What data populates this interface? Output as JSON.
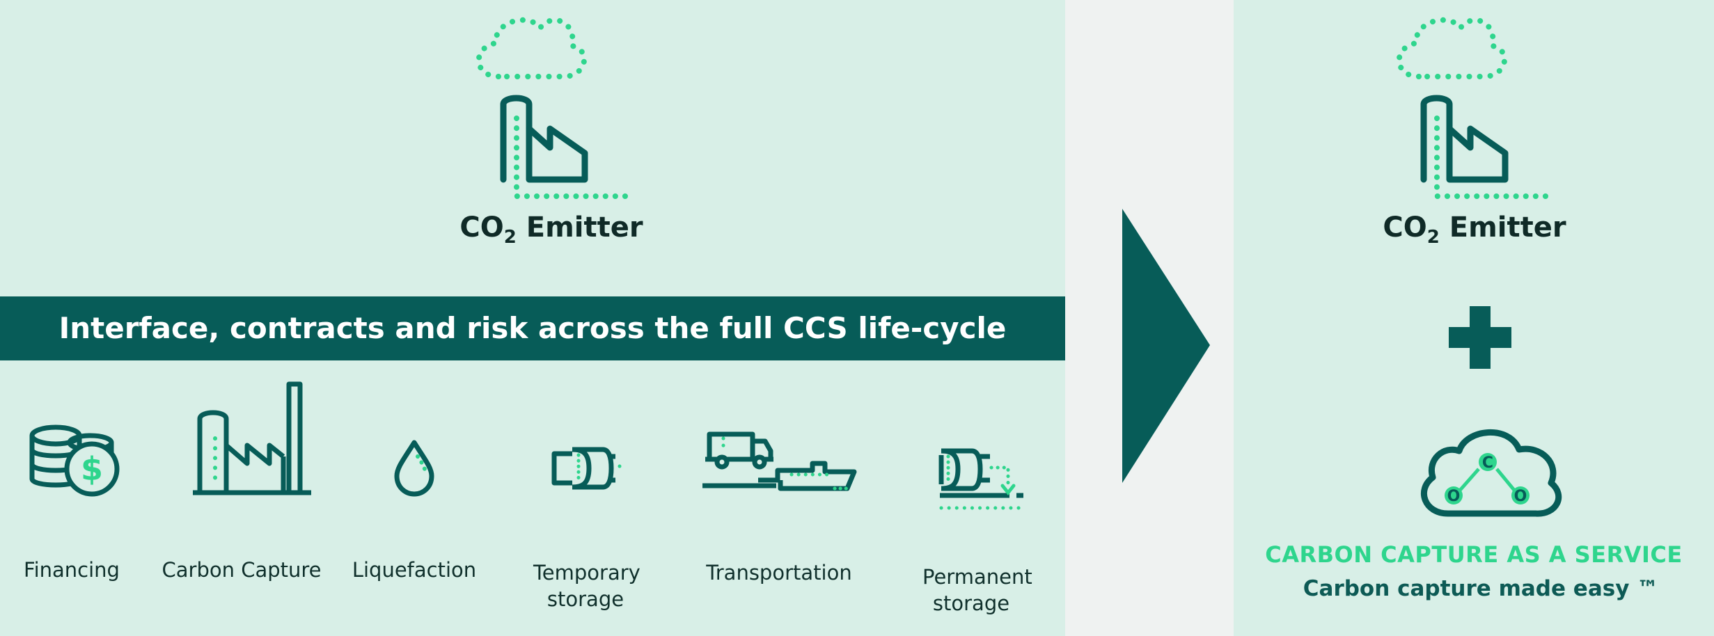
{
  "left": {
    "emitter": {
      "label_prefix": "CO",
      "label_subscript": "2",
      "label_suffix": " Emitter"
    },
    "banner": "Interface, contracts and risk across the full CCS life-cycle",
    "stages": [
      {
        "label": "Financing",
        "icon": "coins-dollar-icon"
      },
      {
        "label": "Carbon Capture",
        "icon": "factory-icon"
      },
      {
        "label": "Liquefaction",
        "icon": "droplet-icon"
      },
      {
        "label": "Temporary storage",
        "icon": "storage-tank-icon"
      },
      {
        "label": "Transportation",
        "icon": "truck-ship-icon"
      },
      {
        "label": "Permanent storage",
        "icon": "injection-tank-icon"
      }
    ]
  },
  "right": {
    "emitter": {
      "label_prefix": "CO",
      "label_subscript": "2",
      "label_suffix": " Emitter"
    },
    "plus_icon": "plus-icon",
    "service_icon": "co2-cloud-icon",
    "service_icon_letters": {
      "carbon": "C",
      "oxygen": "O"
    },
    "service_title": "CARBON CAPTURE AS A SERVICE",
    "service_subtitle": "Carbon capture made easy ™"
  },
  "colors": {
    "panel_bg": "#d8efe7",
    "page_bg": "#eff2f1",
    "dark_teal": "#075c58",
    "accent_green": "#2ed58d",
    "text_dark": "#0f2a27"
  }
}
